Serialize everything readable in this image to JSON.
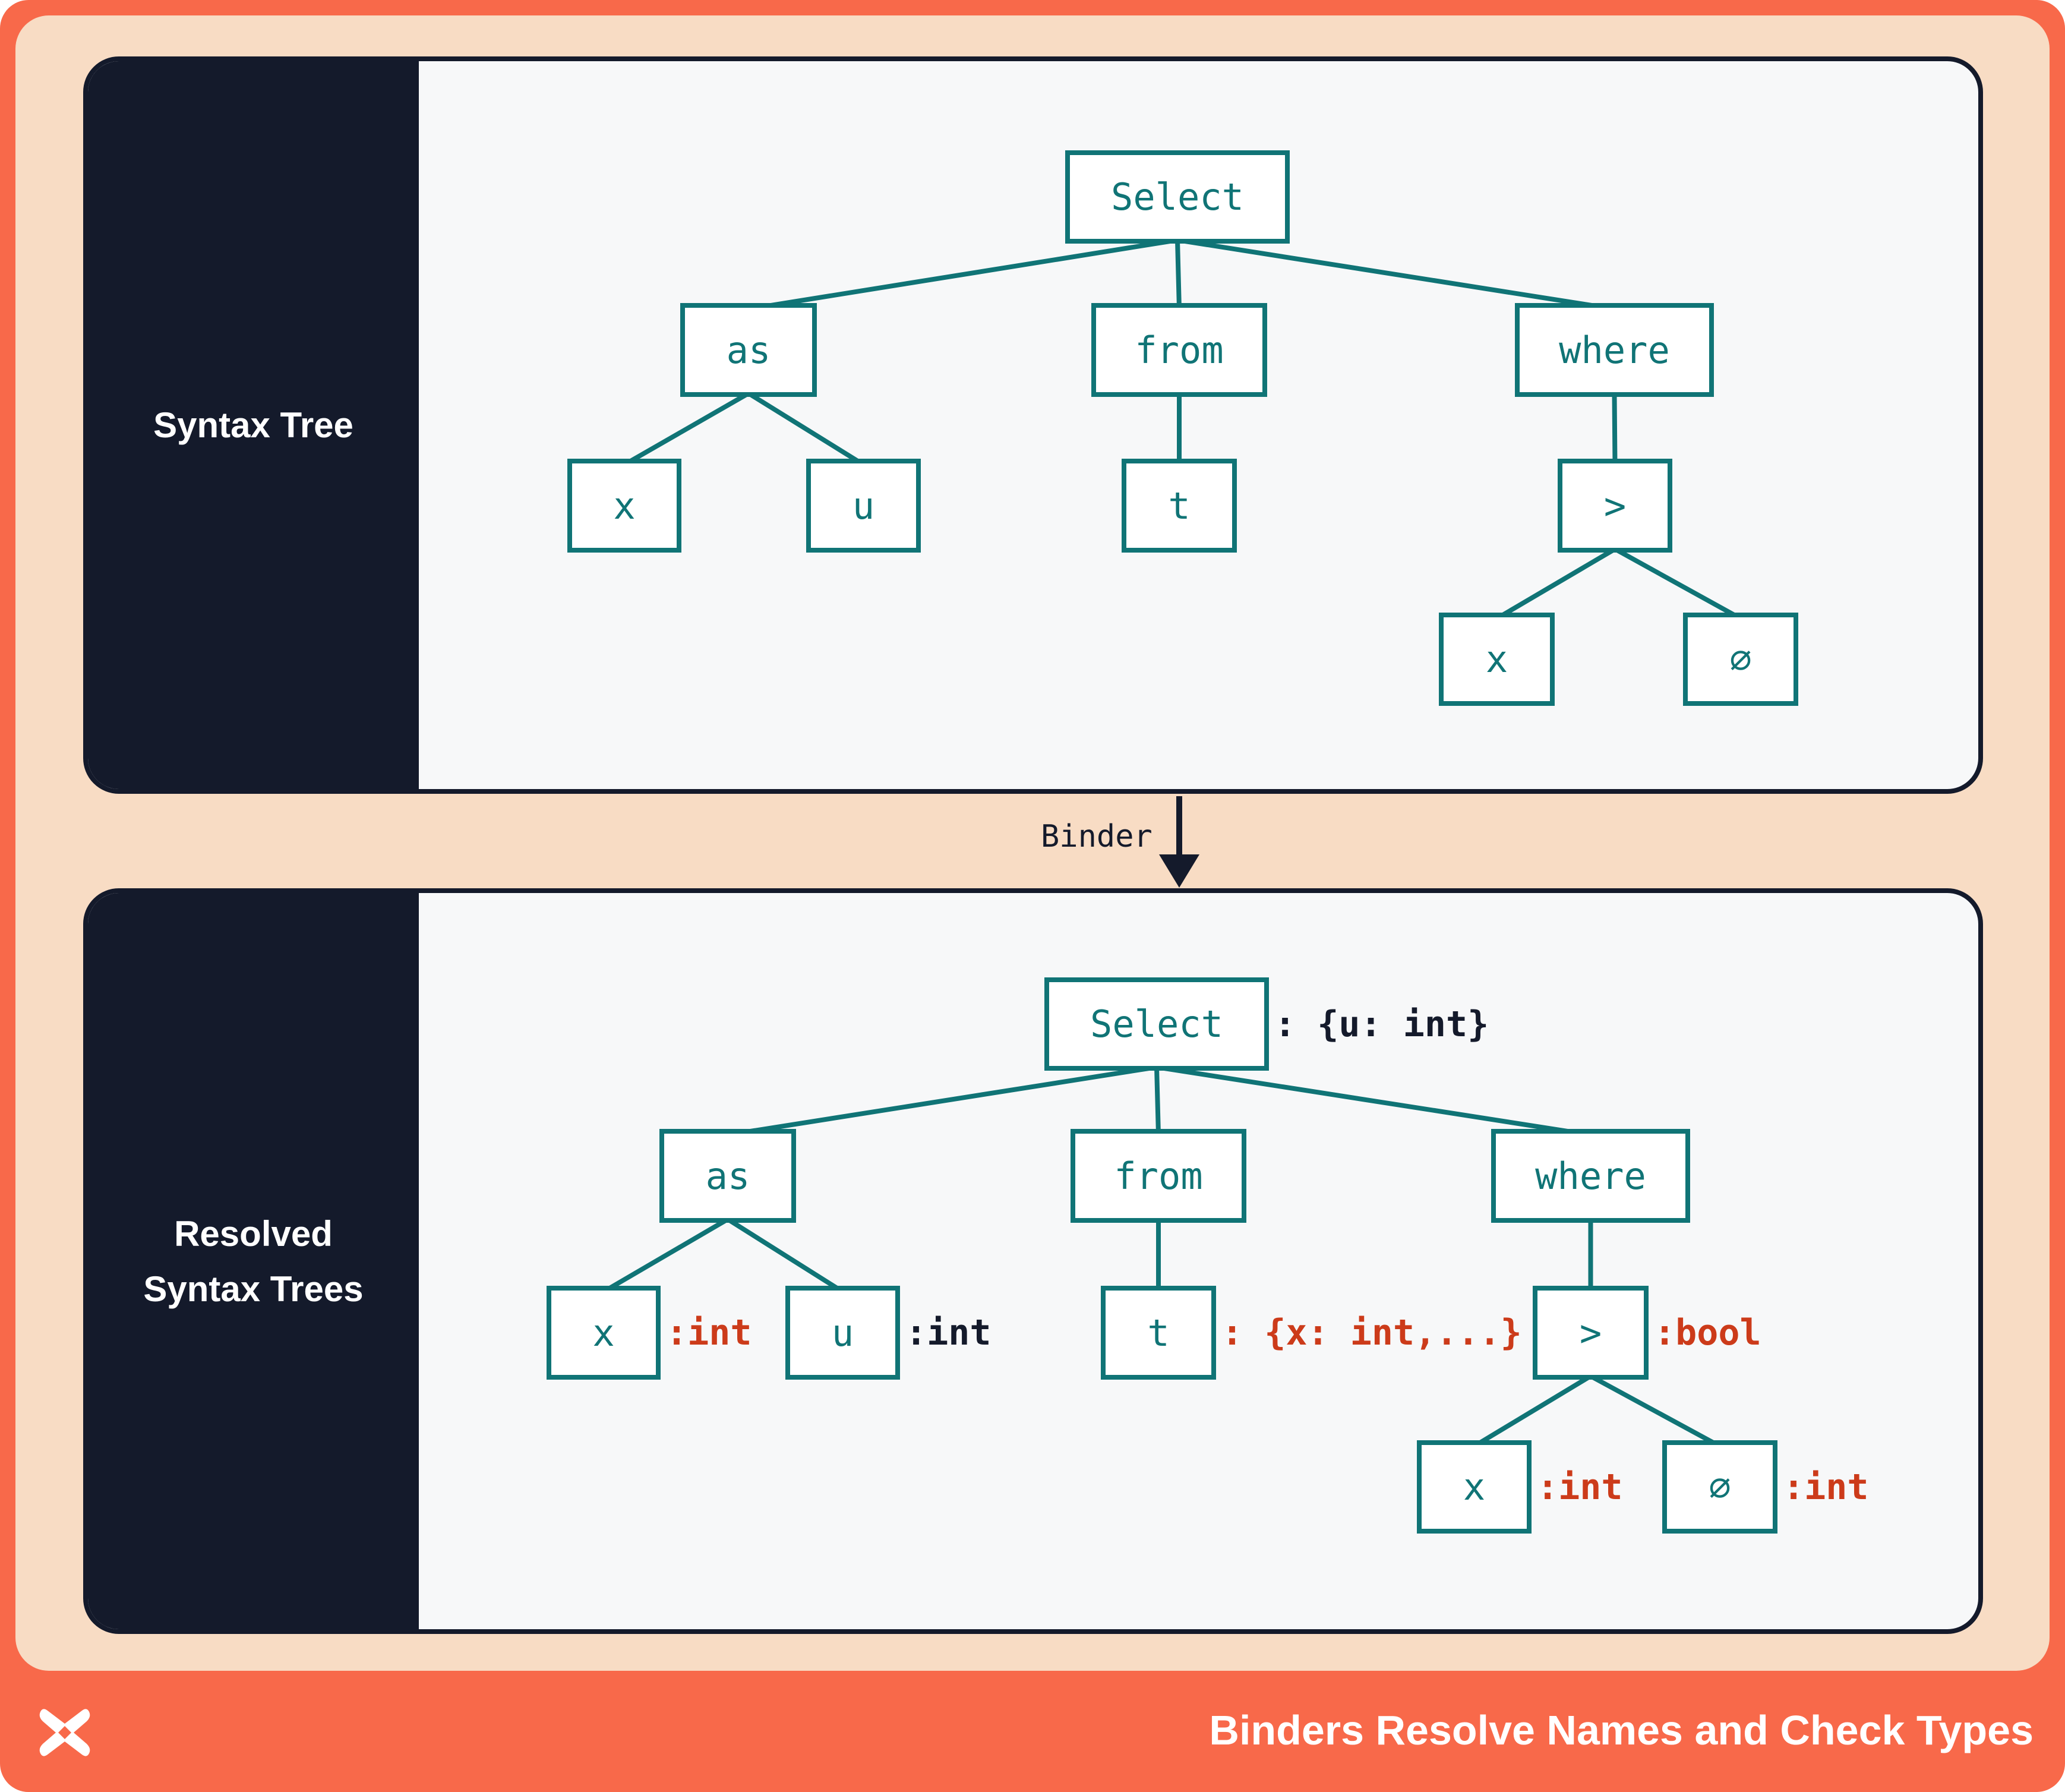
{
  "colors": {
    "orange": "#F8694A",
    "peach": "#F8DCC4",
    "navy": "#141A2B",
    "teal": "#107476",
    "red": "#CC3B1A",
    "panel_bg": "#F7F8F9",
    "node_bg": "#FFFFFF",
    "white": "#FFFFFF"
  },
  "panels": [
    {
      "id": "syntax",
      "label": "Syntax Tree"
    },
    {
      "id": "resolved",
      "label_lines": [
        "Resolved",
        "Syntax Trees"
      ]
    }
  ],
  "binder": {
    "label": "Binder"
  },
  "footer": {
    "title": "Binders Resolve Names and Check Types",
    "logo": "x-pinwheel-logo"
  },
  "diagram": {
    "trees": [
      {
        "id": "syntax",
        "nodes": [
          {
            "id": "select",
            "label": "Select",
            "children": [
              "as",
              "from",
              "where"
            ]
          },
          {
            "id": "as",
            "label": "as",
            "children": [
              "x1",
              "u1"
            ]
          },
          {
            "id": "from",
            "label": "from",
            "children": [
              "t"
            ]
          },
          {
            "id": "where",
            "label": "where",
            "children": [
              "gt"
            ]
          },
          {
            "id": "x1",
            "label": "x"
          },
          {
            "id": "u1",
            "label": "u"
          },
          {
            "id": "t",
            "label": "t"
          },
          {
            "id": "gt",
            "label": ">",
            "children": [
              "x2",
              "null"
            ]
          },
          {
            "id": "x2",
            "label": "x"
          },
          {
            "id": "null",
            "label": "∅"
          }
        ]
      },
      {
        "id": "resolved",
        "nodes": [
          {
            "id": "select",
            "label": "Select",
            "children": [
              "as",
              "from",
              "where"
            ],
            "annotation": ": {u: int}",
            "annotation_color": "navy"
          },
          {
            "id": "as",
            "label": "as",
            "children": [
              "x1",
              "u1"
            ]
          },
          {
            "id": "from",
            "label": "from",
            "children": [
              "t"
            ]
          },
          {
            "id": "where",
            "label": "where",
            "children": [
              "gt"
            ]
          },
          {
            "id": "x1",
            "label": "x",
            "annotation": ":int",
            "annotation_color": "red"
          },
          {
            "id": "u1",
            "label": "u",
            "annotation": ":int",
            "annotation_color": "navy"
          },
          {
            "id": "t",
            "label": "t",
            "annotation": ": {x: int,...}",
            "annotation_color": "red"
          },
          {
            "id": "gt",
            "label": ">",
            "children": [
              "x2",
              "null"
            ],
            "annotation": ":bool",
            "annotation_color": "red"
          },
          {
            "id": "x2",
            "label": "x",
            "annotation": ":int",
            "annotation_color": "red"
          },
          {
            "id": "null",
            "label": "∅",
            "annotation": ":int",
            "annotation_color": "red"
          }
        ]
      }
    ]
  }
}
